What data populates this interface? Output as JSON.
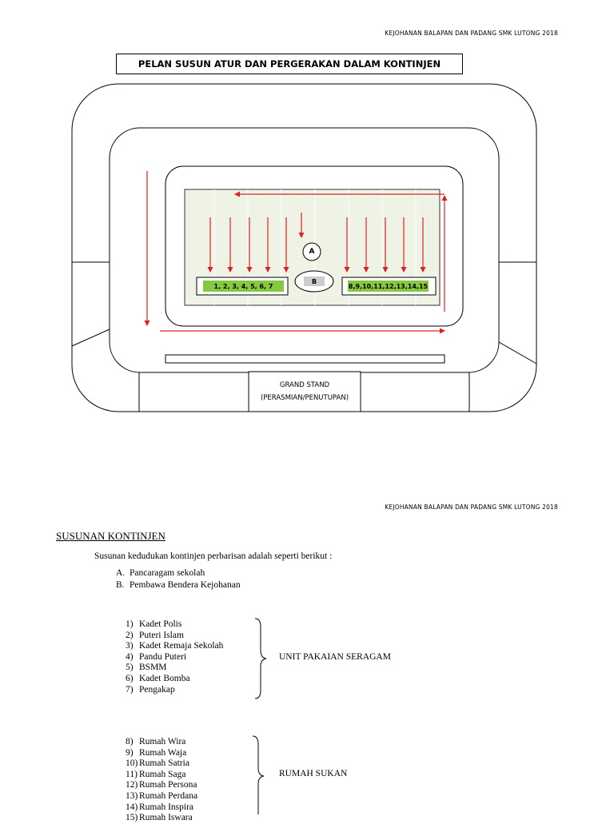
{
  "header": {
    "page1": "KEJOHANAN BALAPAN DAN PADANG SMK LUTONG  2018",
    "page2": "KEJOHANAN BALAPAN DAN PADANG SMK LUTONG  2018"
  },
  "plan": {
    "title": "PELAN SUSUN ATUR DAN PERGERAKAN  DALAM KONTINJEN",
    "marker_a": "A",
    "marker_b": "B",
    "group_left": "1, 2, 3, 4, 5, 6, 7",
    "group_right": "8,9,10,11,12,13,14,15",
    "grand_stand": "GRAND STAND",
    "grand_stand_sub": "(PERASMIAN/PENUTUPAN)",
    "colors": {
      "arrow": "#e02020",
      "field": "#eef3e6",
      "label_fill": "#86c940",
      "b_fill": "#cccccc"
    }
  },
  "contingent": {
    "title": "SUSUNAN KONTINJEN",
    "intro": "Susunan kedudukan kontinjen perbarisan adalah seperti berikut :",
    "ab": [
      {
        "key": "A.",
        "text": "Pancaragam sekolah"
      },
      {
        "key": "B.",
        "text": "Pembawa Bendera Kejohanan"
      }
    ],
    "group1": {
      "label": "UNIT PAKAIAN SERAGAM",
      "items": [
        {
          "n": "1)",
          "name": "Kadet Polis"
        },
        {
          "n": "2)",
          "name": "Puteri Islam"
        },
        {
          "n": "3)",
          "name": "Kadet Remaja Sekolah"
        },
        {
          "n": "4)",
          "name": "Pandu Puteri"
        },
        {
          "n": "5)",
          "name": "BSMM"
        },
        {
          "n": "6)",
          "name": "Kadet Bomba"
        },
        {
          "n": "7)",
          "name": "Pengakap"
        }
      ]
    },
    "group2": {
      "label": "RUMAH SUKAN",
      "items": [
        {
          "n": "8)",
          "name": "Rumah Wira"
        },
        {
          "n": "9)",
          "name": "Rumah Waja"
        },
        {
          "n": "10)",
          "name": "Rumah Satria"
        },
        {
          "n": "11)",
          "name": "Rumah Saga"
        },
        {
          "n": "12)",
          "name": "Rumah Persona"
        },
        {
          "n": "13)",
          "name": "Rumah Perdana"
        },
        {
          "n": "14)",
          "name": "Rumah Inspira"
        },
        {
          "n": "15)",
          "name": "Rumah Iswara"
        }
      ]
    }
  }
}
